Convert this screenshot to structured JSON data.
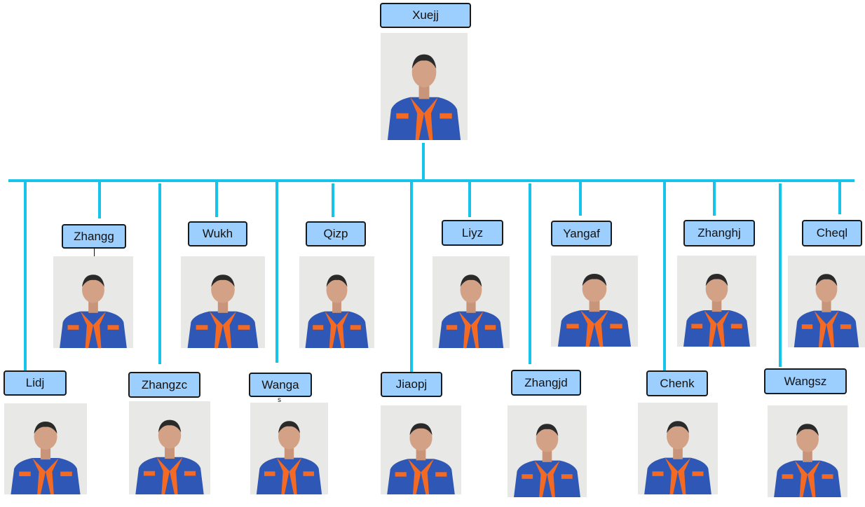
{
  "colors": {
    "connector": "#17c3e8",
    "label_fill": "#9dcffe",
    "label_border": "#1a1a1a",
    "uniform_blue": "#2f58b6",
    "uniform_orange": "#f46a22"
  },
  "root": {
    "name": "Xuejj"
  },
  "members": [
    {
      "id": "zhangg",
      "name": "Zhangg"
    },
    {
      "id": "wukh",
      "name": "Wukh"
    },
    {
      "id": "qizp",
      "name": "Qizp"
    },
    {
      "id": "liyz",
      "name": "Liyz"
    },
    {
      "id": "yangaf",
      "name": "Yangaf"
    },
    {
      "id": "zhanghj",
      "name": "Zhanghj"
    },
    {
      "id": "cheql",
      "name": "Cheql"
    },
    {
      "id": "lidj",
      "name": "Lidj"
    },
    {
      "id": "zhangzc",
      "name": "Zhangzc"
    },
    {
      "id": "wanga",
      "name": "Wanga"
    },
    {
      "id": "jiaopj",
      "name": "Jiaopj"
    },
    {
      "id": "zhangjd",
      "name": "Zhangjd"
    },
    {
      "id": "chenk",
      "name": "Chenk"
    },
    {
      "id": "wangsz",
      "name": "Wangsz"
    }
  ],
  "stray_text": "s"
}
